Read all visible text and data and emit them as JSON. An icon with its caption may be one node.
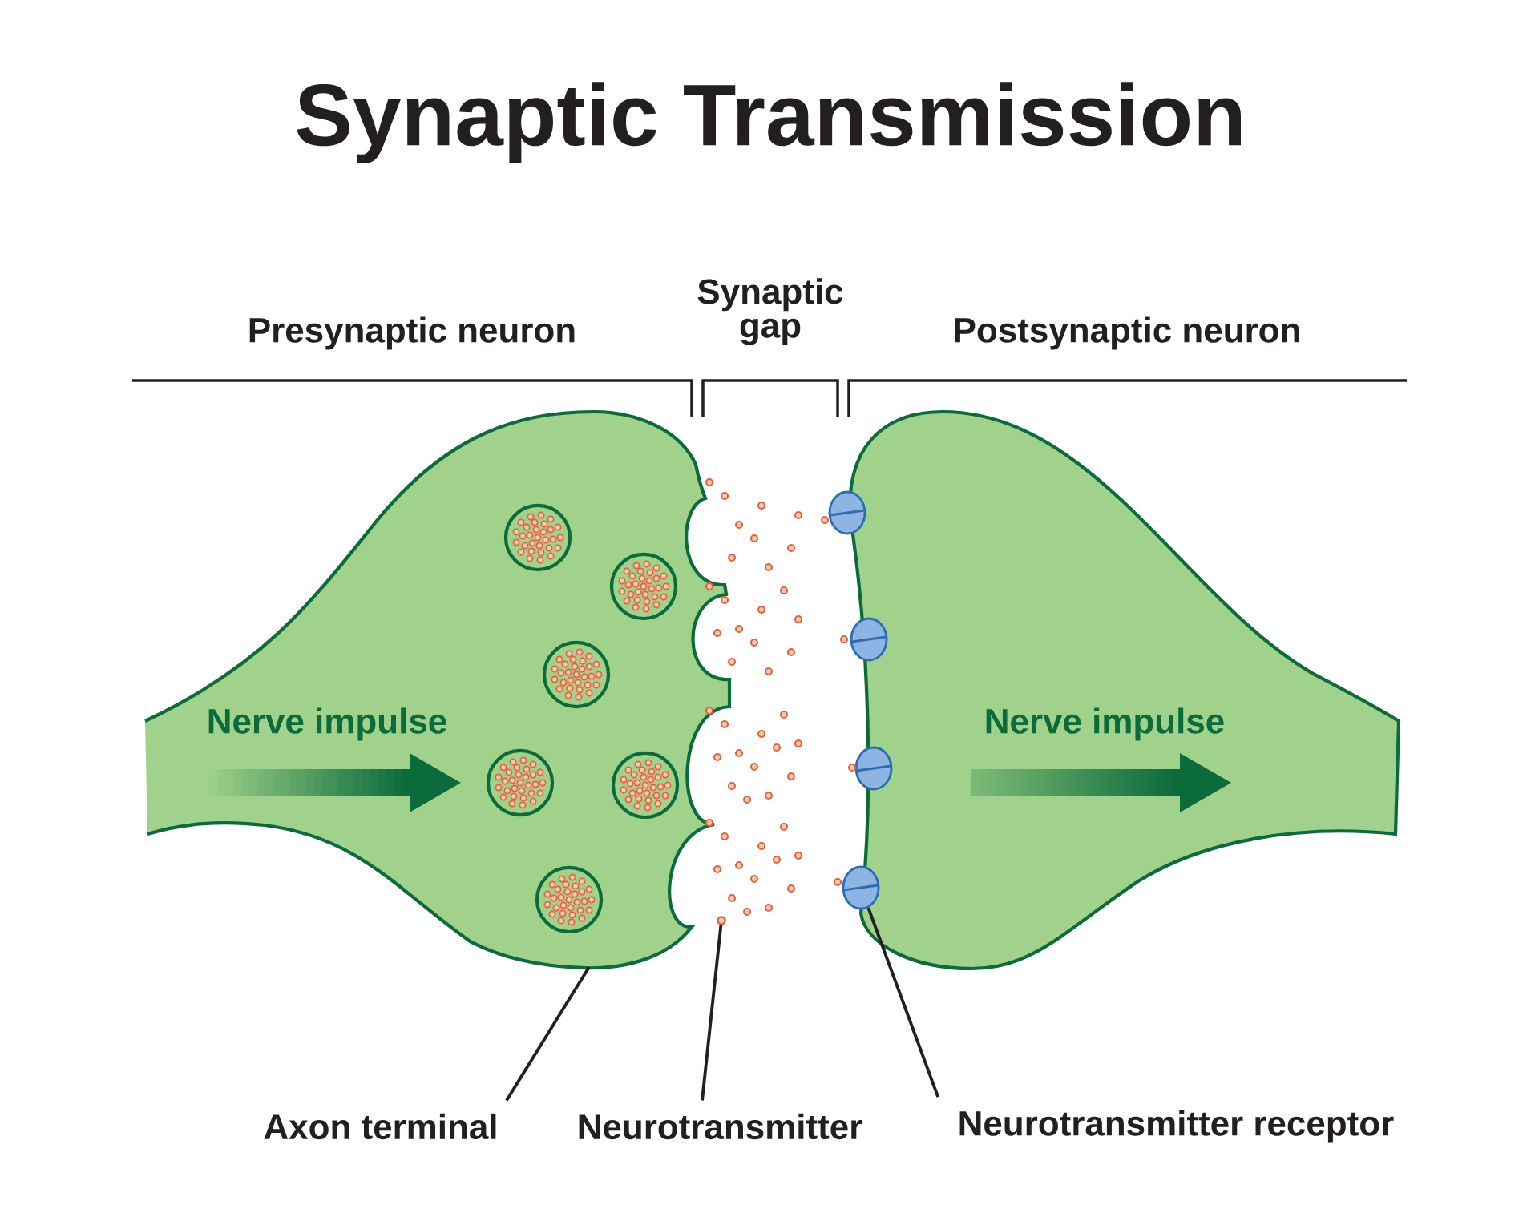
{
  "diagram": {
    "title": "Synaptic Transmission",
    "nodes": [
      {
        "text": [
          "Nerve impulse"
        ]
      },
      {
        "text": [
          "Nerve impulse"
        ]
      },
      {
        "text": [
          "Axon terminal"
        ]
      },
      {
        "text": [
          "Neurotransmitter"
        ]
      },
      {
        "text": [
          "Neurotransmitter receptor"
        ]
      },
      {
        "text": [],
        "shape": "circle"
      },
      {
        "text": [],
        "shape": "picture"
      }
    ],
    "edges": [
      {
        "from": 2,
        "to": 0,
        "arrow": "none"
      },
      {
        "from": 3,
        "to": 5,
        "arrow": "none"
      },
      {
        "from": 4,
        "to": 6,
        "arrow": "none"
      }
    ],
    "labels": [
      "Presynaptic neuron",
      "Synaptic gap",
      "Postsynaptic neuron"
    ]
  }
}
